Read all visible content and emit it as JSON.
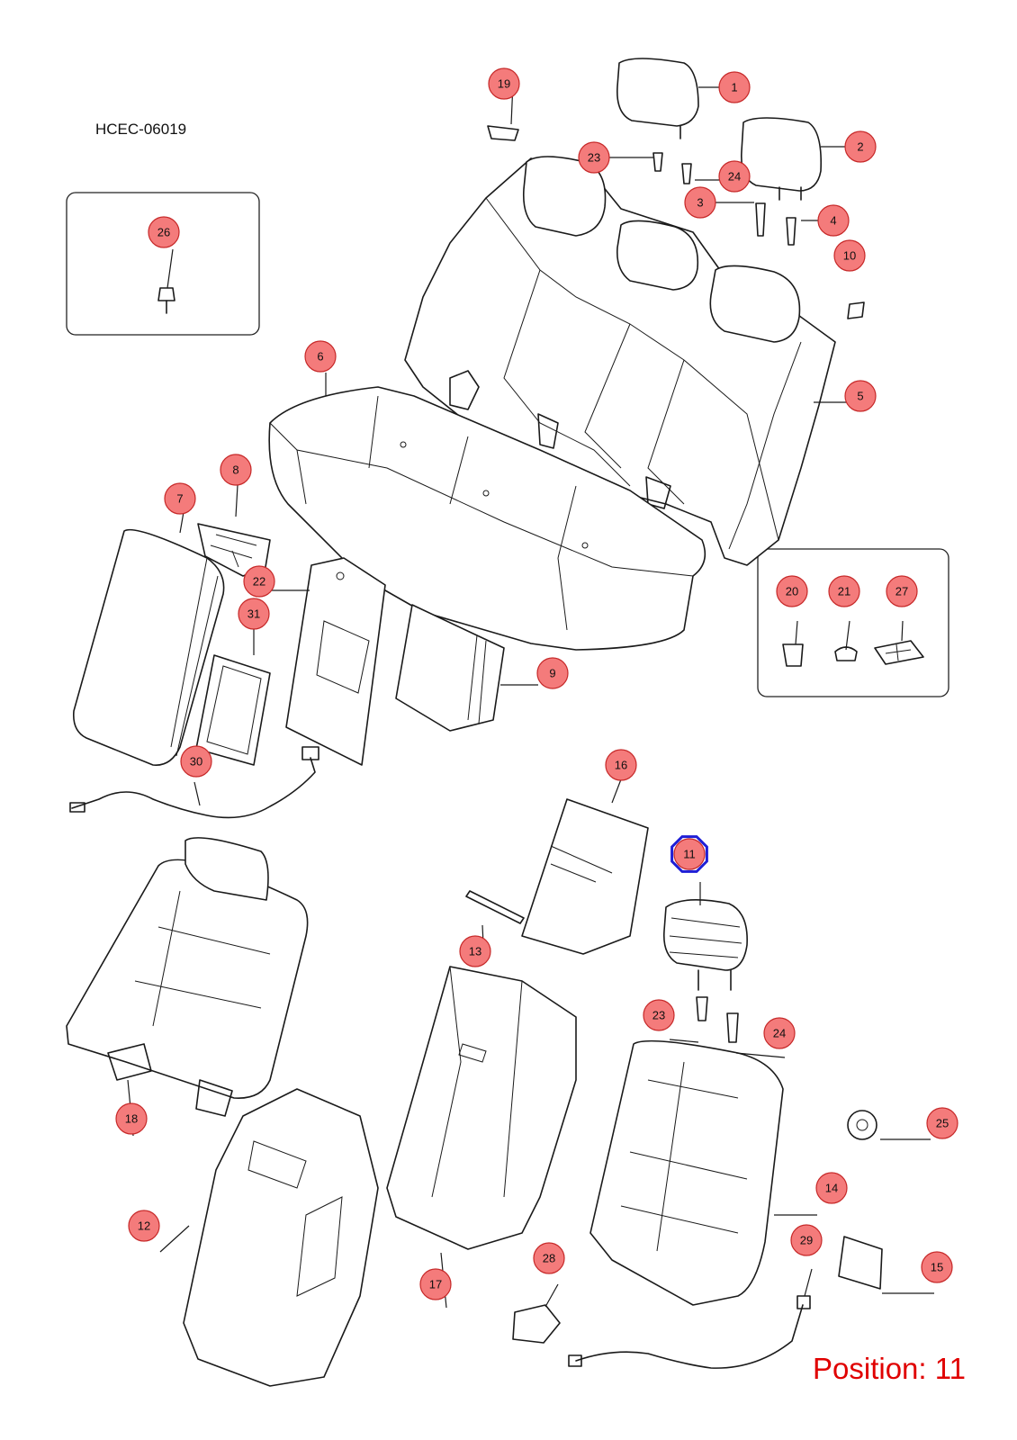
{
  "diagram_code": "HCEC-06019",
  "position_text": "Position: 11",
  "selected_callout": "11",
  "colors": {
    "callout_fill": "#f47b7b",
    "callout_stroke": "#c62828",
    "selection_highlight": "#1f1fd6",
    "position_text": "#e00000"
  },
  "callouts": [
    {
      "label": "1"
    },
    {
      "label": "2"
    },
    {
      "label": "3"
    },
    {
      "label": "4"
    },
    {
      "label": "5"
    },
    {
      "label": "6"
    },
    {
      "label": "7"
    },
    {
      "label": "8"
    },
    {
      "label": "9"
    },
    {
      "label": "10"
    },
    {
      "label": "11"
    },
    {
      "label": "12"
    },
    {
      "label": "13"
    },
    {
      "label": "14"
    },
    {
      "label": "15"
    },
    {
      "label": "16"
    },
    {
      "label": "17"
    },
    {
      "label": "18"
    },
    {
      "label": "19"
    },
    {
      "label": "20"
    },
    {
      "label": "21"
    },
    {
      "label": "22"
    },
    {
      "label": "23"
    },
    {
      "label": "23"
    },
    {
      "label": "24"
    },
    {
      "label": "24"
    },
    {
      "label": "25"
    },
    {
      "label": "26"
    },
    {
      "label": "27"
    },
    {
      "label": "28"
    },
    {
      "label": "29"
    },
    {
      "label": "30"
    },
    {
      "label": "31"
    }
  ]
}
